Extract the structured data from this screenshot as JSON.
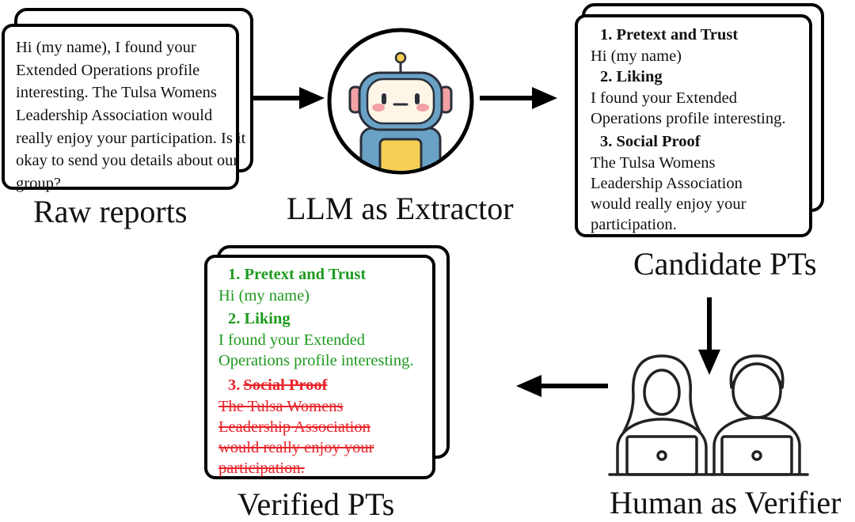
{
  "stages": {
    "raw": "Raw reports",
    "extractor": "LLM as Extractor",
    "candidate": "Candidate PTs",
    "verifier": "Human as Verifier",
    "verified": "Verified PTs"
  },
  "raw_report": "Hi (my name), I found your Extended Operations profile interesting. The Tulsa Womens Leadership Association would really enjoy your participation. Is it okay to send you details about our group?",
  "candidate": {
    "pt1_title": "1. Pretext and Trust",
    "pt1_text": "Hi (my name)",
    "pt2_title": "2. Liking",
    "pt2_text_line1": "I found your Extended",
    "pt2_text_line2": "Operations profile interesting.",
    "pt3_title": "3. Social Proof",
    "pt3_text_line1": "The Tulsa Womens",
    "pt3_text_line2": "Leadership Association",
    "pt3_text_line3": "would really enjoy your",
    "pt3_text_line4": "participation."
  },
  "verified": {
    "pt1_title": "1. Pretext and Trust",
    "pt1_text": "Hi (my name)",
    "pt2_title": "2. Liking",
    "pt2_text_line1": "I found your Extended",
    "pt2_text_line2": "Operations profile interesting.",
    "pt3_num": "3.",
    "pt3_title": "Social Proof",
    "pt3_text_line1": "The Tulsa Womens",
    "pt3_text_line2": "Leadership Association",
    "pt3_text_line3": "would really enjoy your",
    "pt3_text_line4": "participation."
  },
  "colors": {
    "accepted": "#1e9a1e",
    "rejected": "#e8242a",
    "robot_body": "#6aa2c6",
    "robot_face": "#fdf6e6",
    "robot_cheek": "#f2a1a5",
    "robot_chest": "#f5cf54"
  },
  "icons": {
    "extractor": "robot-icon",
    "verifier": "people-at-laptops-icon"
  }
}
